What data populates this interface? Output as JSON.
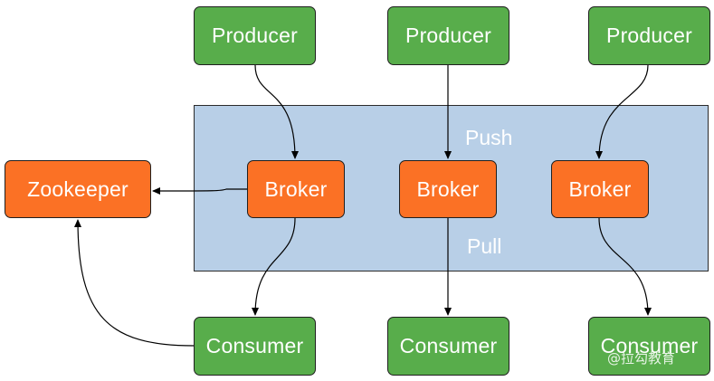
{
  "producers": [
    "Producer",
    "Producer",
    "Producer"
  ],
  "brokers": [
    "Broker",
    "Broker",
    "Broker"
  ],
  "consumers": [
    "Consumer",
    "Consumer",
    "Consumer"
  ],
  "zookeeper": "Zookeeper",
  "labels": {
    "push": "Push",
    "pull": "Pull"
  },
  "watermark": "@拉勾教育",
  "colors": {
    "producer_consumer": "#58ad4b",
    "broker_zookeeper": "#fb7125",
    "cluster_bg": "#b8cfe7"
  }
}
